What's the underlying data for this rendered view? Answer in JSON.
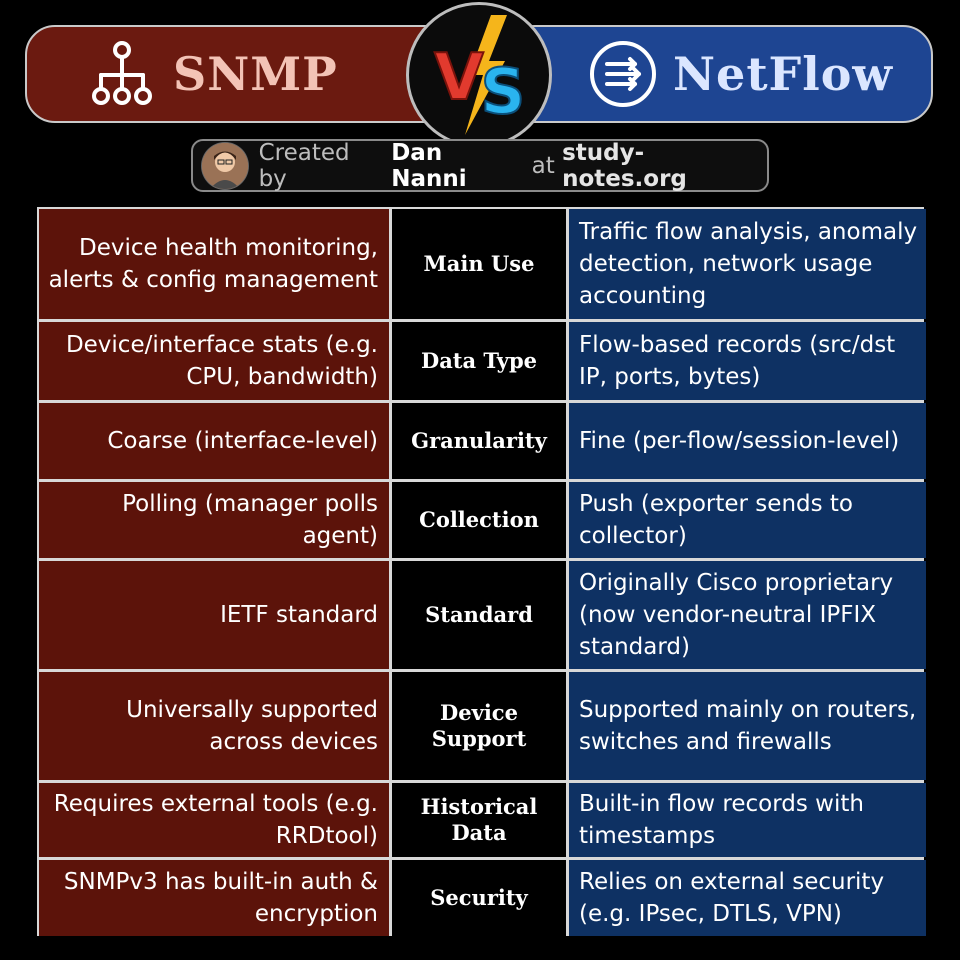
{
  "header": {
    "left_title": "SNMP",
    "right_title": "NetFlow",
    "vs_letters": {
      "v": "V",
      "s": "S"
    }
  },
  "credit": {
    "prefix": "Created by",
    "author": "Dan Nanni",
    "middle": "at",
    "site": "study-notes.org"
  },
  "table": {
    "rows": [
      {
        "snmp": "Device health monitoring, alerts & config management",
        "aspect": "Main Use",
        "netflow": "Traffic flow analysis, anomaly detection, network usage accounting"
      },
      {
        "snmp": "Device/interface stats (e.g. CPU, bandwidth)",
        "aspect": "Data Type",
        "netflow": "Flow-based records (src/dst IP, ports, bytes)"
      },
      {
        "snmp": "Coarse (interface-level)",
        "aspect": "Granularity",
        "netflow": "Fine (per-flow/session-level)"
      },
      {
        "snmp": "Polling (manager polls agent)",
        "aspect": "Collection",
        "netflow": "Push (exporter sends to collector)"
      },
      {
        "snmp": "IETF standard",
        "aspect": "Standard",
        "netflow": "Originally Cisco proprietary (now vendor-neutral IPFIX standard)"
      },
      {
        "snmp": "Universally supported across devices",
        "aspect": "Device Support",
        "netflow": "Supported mainly on routers, switches and firewalls"
      },
      {
        "snmp": "Requires external tools (e.g. RRDtool)",
        "aspect": "Historical Data",
        "netflow": "Built-in flow records with timestamps"
      },
      {
        "snmp": "SNMPv3 has built-in auth & encryption",
        "aspect": "Security",
        "netflow": "Relies on external security (e.g. IPsec, DTLS, VPN)"
      }
    ]
  },
  "colors": {
    "snmp_banner": "#6b1a10",
    "netflow_banner": "#1e4592",
    "snmp_cell": "#5c130a",
    "netflow_cell": "#0e3163",
    "aspect_cell": "#000000",
    "vs_v": "#e23a2e",
    "vs_s": "#2ab4ef",
    "vs_bolt": "#f5b51b"
  },
  "icons": {
    "snmp": "hierarchy-tree-icon",
    "netflow": "flow-arrows-icon",
    "vs": "lightning-bolt-icon",
    "avatar": "author-avatar"
  }
}
